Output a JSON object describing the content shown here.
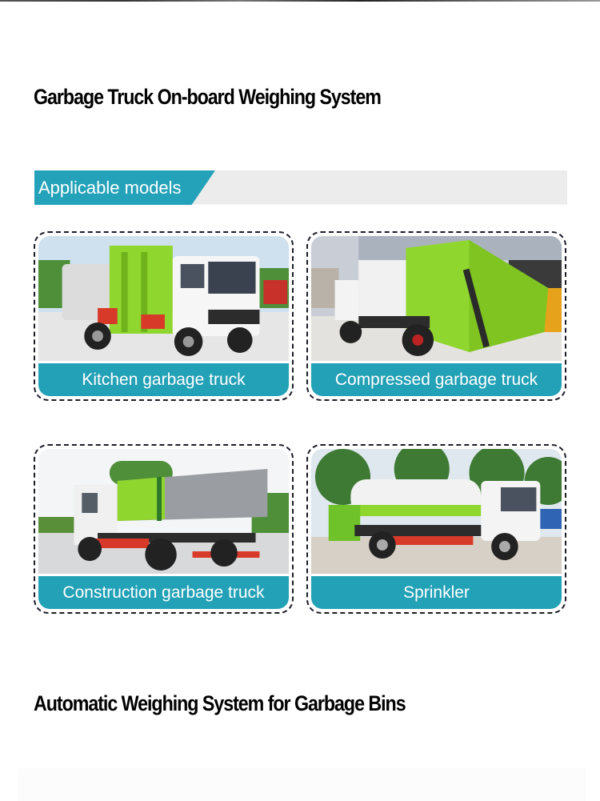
{
  "page": {
    "section_1_title": "Garbage Truck On-board Weighing System",
    "banner": {
      "label": "Applicable models",
      "accent_color": "#24a2b9",
      "bar_color": "#ececec"
    },
    "models": [
      {
        "caption": "Kitchen garbage truck",
        "image": "kitchen-garbage-truck-photo"
      },
      {
        "caption": "Compressed garbage truck",
        "image": "compressed-garbage-truck-photo"
      },
      {
        "caption": "Construction garbage truck",
        "image": "construction-garbage-truck-photo"
      },
      {
        "caption": "Sprinkler",
        "image": "sprinkler-truck-photo"
      }
    ],
    "section_2_title": "Automatic Weighing System for Garbage Bins",
    "colors": {
      "caption_bg": "#23a1b6",
      "card_border": "#1c1c28",
      "truck_green": "#8fd62e"
    }
  }
}
